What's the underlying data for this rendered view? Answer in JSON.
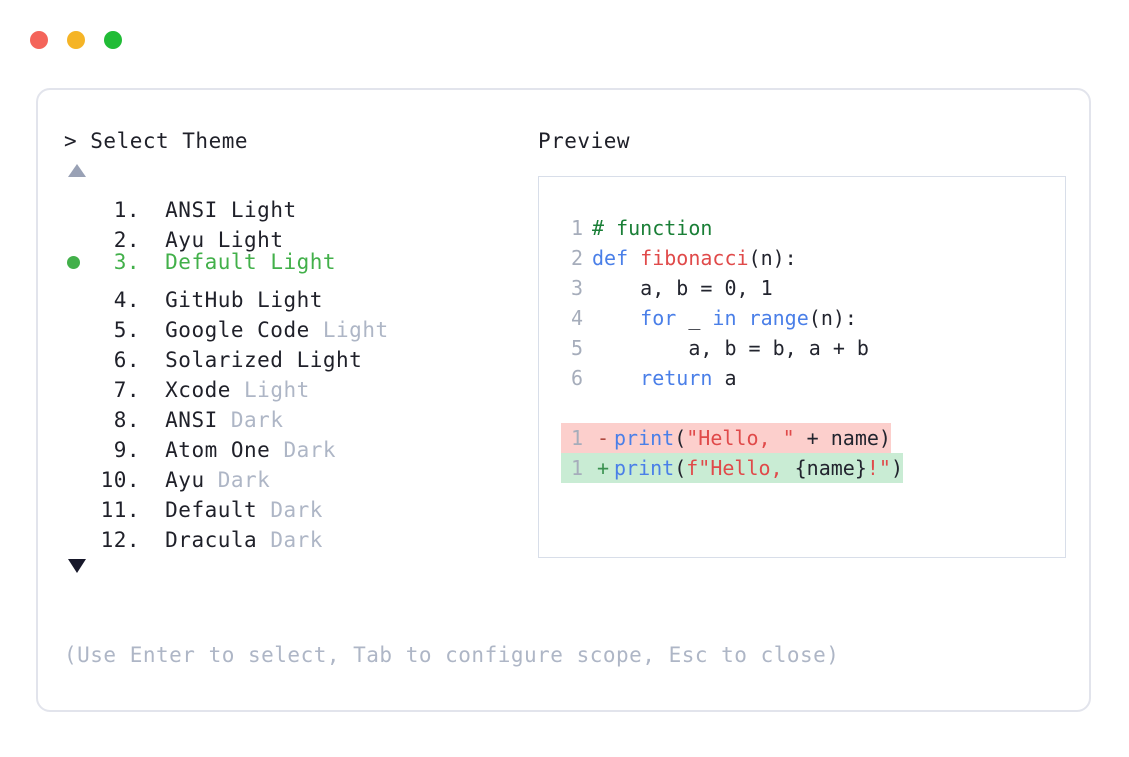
{
  "window": {
    "dots": [
      {
        "name": "close",
        "color": "#f4645a"
      },
      {
        "name": "minimize",
        "color": "#f5b426"
      },
      {
        "name": "maximize",
        "color": "#21bc36"
      }
    ]
  },
  "prompt": {
    "text": "> Select Theme",
    "scroll_up_icon": "triangle-up-icon",
    "scroll_down_icon": "triangle-down-icon"
  },
  "themes": {
    "selected_index": 3,
    "items": [
      {
        "index": "1.",
        "name": "ANSI",
        "suffix": "Light",
        "suffix_muted": false,
        "selected": false
      },
      {
        "index": "2.",
        "name": "Ayu",
        "suffix": "Light",
        "suffix_muted": false,
        "selected": false
      },
      {
        "index": "3.",
        "name": "Default",
        "suffix": "Light",
        "suffix_muted": false,
        "selected": true
      },
      {
        "index": "4.",
        "name": "GitHub",
        "suffix": "Light",
        "suffix_muted": false,
        "selected": false
      },
      {
        "index": "5.",
        "name": "Google Code",
        "suffix": "Light",
        "suffix_muted": true,
        "selected": false
      },
      {
        "index": "6.",
        "name": "Solarized",
        "suffix": "Light",
        "suffix_muted": false,
        "selected": false
      },
      {
        "index": "7.",
        "name": "Xcode",
        "suffix": "Light",
        "suffix_muted": true,
        "selected": false
      },
      {
        "index": "8.",
        "name": "ANSI",
        "suffix": "Dark",
        "suffix_muted": true,
        "selected": false
      },
      {
        "index": "9.",
        "name": "Atom One",
        "suffix": "Dark",
        "suffix_muted": true,
        "selected": false
      },
      {
        "index": "10.",
        "name": "Ayu",
        "suffix": "Dark",
        "suffix_muted": true,
        "selected": false
      },
      {
        "index": "11.",
        "name": "Default",
        "suffix": "Dark",
        "suffix_muted": true,
        "selected": false
      },
      {
        "index": "12.",
        "name": "Dracula",
        "suffix": "Dark",
        "suffix_muted": true,
        "selected": false
      }
    ]
  },
  "hint": {
    "text": "(Use Enter to select, Tab to configure scope, Esc to close)"
  },
  "preview": {
    "title": "Preview",
    "code_lines": [
      {
        "ln": "1",
        "tokens": [
          {
            "t": "# function",
            "c": "comment"
          }
        ]
      },
      {
        "ln": "2",
        "tokens": [
          {
            "t": "def ",
            "c": "kw"
          },
          {
            "t": "fibonacci",
            "c": "fn"
          },
          {
            "t": "(n):",
            "c": "plain"
          }
        ]
      },
      {
        "ln": "3",
        "tokens": [
          {
            "t": "    a, b = ",
            "c": "plain"
          },
          {
            "t": "0",
            "c": "num"
          },
          {
            "t": ", ",
            "c": "plain"
          },
          {
            "t": "1",
            "c": "num"
          }
        ]
      },
      {
        "ln": "4",
        "tokens": [
          {
            "t": "    ",
            "c": "plain"
          },
          {
            "t": "for",
            "c": "kw"
          },
          {
            "t": " _ ",
            "c": "plain"
          },
          {
            "t": "in",
            "c": "kw"
          },
          {
            "t": " ",
            "c": "plain"
          },
          {
            "t": "range",
            "c": "builtin"
          },
          {
            "t": "(n):",
            "c": "plain"
          }
        ]
      },
      {
        "ln": "5",
        "tokens": [
          {
            "t": "        a, b = b, a + b",
            "c": "plain"
          }
        ]
      },
      {
        "ln": "6",
        "tokens": [
          {
            "t": "    ",
            "c": "plain"
          },
          {
            "t": "return",
            "c": "kw"
          },
          {
            "t": " a",
            "c": "plain"
          }
        ]
      }
    ],
    "diff_lines": [
      {
        "ln": "1",
        "kind": "del",
        "mark": "-",
        "tokens": [
          {
            "t": "print",
            "c": "builtin"
          },
          {
            "t": "(",
            "c": "plain"
          },
          {
            "t": "\"Hello, \"",
            "c": "str"
          },
          {
            "t": " + name)",
            "c": "plain"
          }
        ]
      },
      {
        "ln": "1",
        "kind": "add",
        "mark": "+",
        "tokens": [
          {
            "t": "print",
            "c": "builtin"
          },
          {
            "t": "(",
            "c": "plain"
          },
          {
            "t": "f\"Hello, ",
            "c": "str"
          },
          {
            "t": "{name}",
            "c": "plain"
          },
          {
            "t": "!\"",
            "c": "str"
          },
          {
            "t": ")",
            "c": "plain"
          }
        ]
      }
    ]
  },
  "colors": {
    "accent_green": "#42b04a",
    "muted": "#aeb6c6",
    "text": "#1f2029",
    "card_border": "#e2e4ec",
    "code_border": "#d8dee9",
    "diff_del_bg": "#fccfcc",
    "diff_add_bg": "#c9ecd4"
  }
}
